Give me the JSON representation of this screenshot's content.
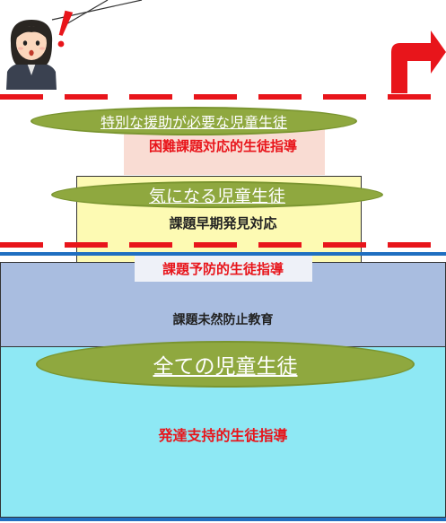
{
  "colors": {
    "red": "#e8151b",
    "blue": "#1f6fc1",
    "ellipse_fill": "#8fa83f",
    "ellipse_border": "#7a9530",
    "tier_top_fill": "#f9dcd3",
    "tier_mid_fill": "#fdfab3",
    "tier_base_upper_fill": "#a9bde0",
    "tier_base_lower_fill": "#8ee8f4",
    "label_box_fill": "#eef1f8",
    "text_dark": "#222222"
  },
  "icons": {
    "person": "person-avatar-icon",
    "exclamation": "exclamation-icon",
    "arrow": "turn-arrow-icon"
  },
  "ellipses": {
    "top": "特別な援助が必要な児童生徒",
    "middle": "気になる児童生徒",
    "bottom": "全ての児童生徒"
  },
  "tiers": {
    "top": "困難課題対応的生徒指導",
    "middle": "課題早期発見対応",
    "preventive_label": "課題予防的生徒指導",
    "base_upper": "課題未然防止教育",
    "base_lower": "発達支持的生徒指導"
  }
}
